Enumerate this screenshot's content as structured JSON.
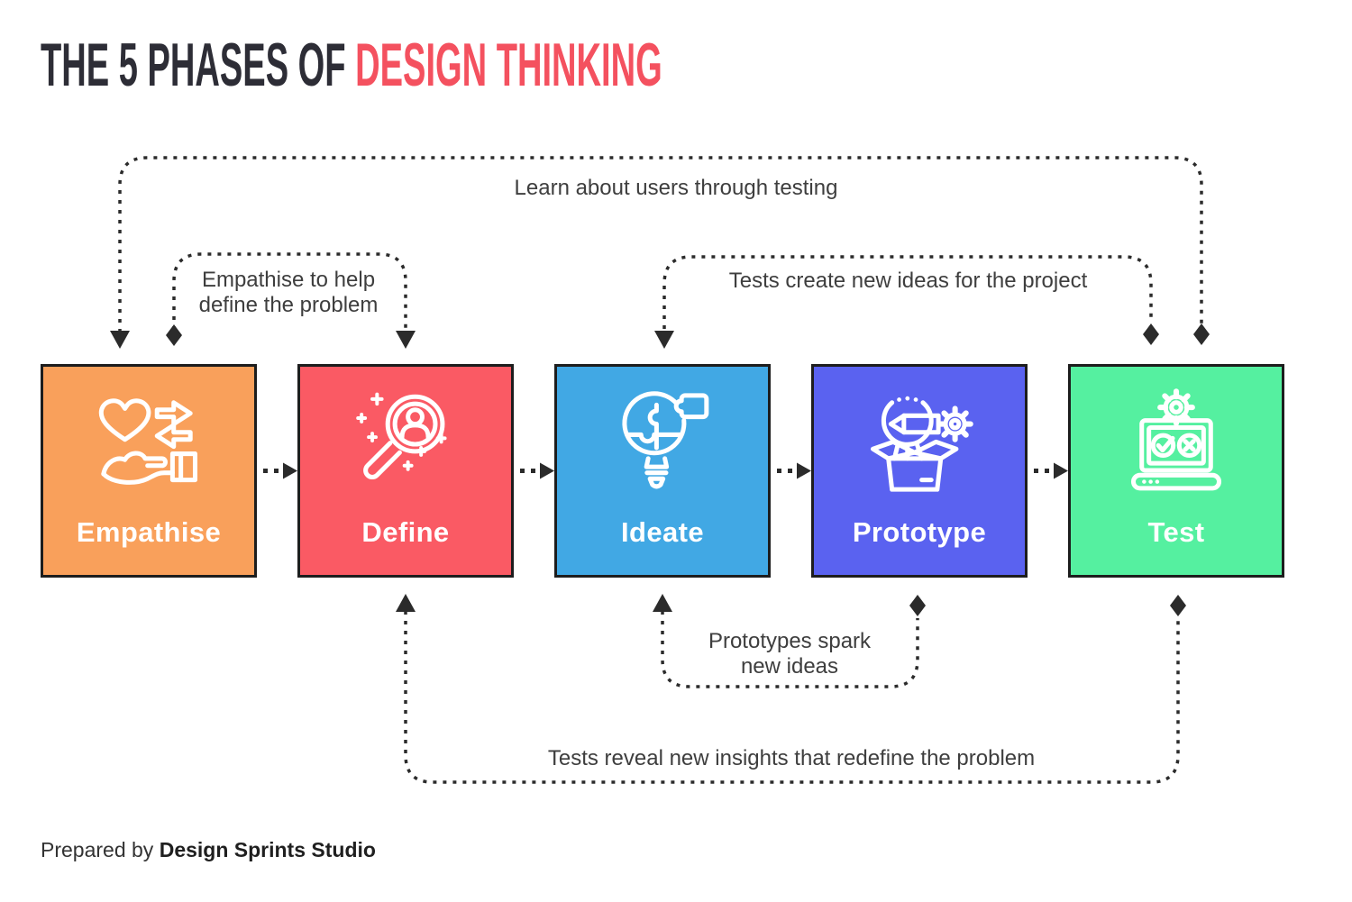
{
  "title": {
    "prefix": "THE 5 PHASES OF ",
    "highlight": "DESIGN THINKING"
  },
  "phases": [
    {
      "label": "Empathise",
      "color": "#f9a05b",
      "icon": "hand-heart-exchange-icon"
    },
    {
      "label": "Define",
      "color": "#fa5a64",
      "icon": "magnifier-user-icon"
    },
    {
      "label": "Ideate",
      "color": "#41a8e4",
      "icon": "puzzle-bulb-icon"
    },
    {
      "label": "Prototype",
      "color": "#5a62f0",
      "icon": "box-bulb-pencil-gear-icon"
    },
    {
      "label": "Test",
      "color": "#55f0a0",
      "icon": "laptop-check-gear-icon"
    }
  ],
  "annotations": {
    "learn_testing": "Learn about users through testing",
    "empathise_define": {
      "line1": "Empathise to help",
      "line2": "define the problem"
    },
    "tests_create_ideas": "Tests create new ideas for the project",
    "prototypes_spark": {
      "line1": "Prototypes spark",
      "line2": "new ideas"
    },
    "tests_redefine": "Tests reveal new insights that redefine the problem"
  },
  "footer": {
    "prefix": "Prepared by ",
    "studio": "Design Sprints Studio"
  },
  "colors": {
    "title_dark": "#2d2d36",
    "title_accent": "#f4515f",
    "connector_line": "#2b2b2b",
    "annotation_text": "#3e3e3e",
    "box_border": "#1d1d1d",
    "icon_stroke": "#ffffff",
    "background": "#ffffff"
  }
}
